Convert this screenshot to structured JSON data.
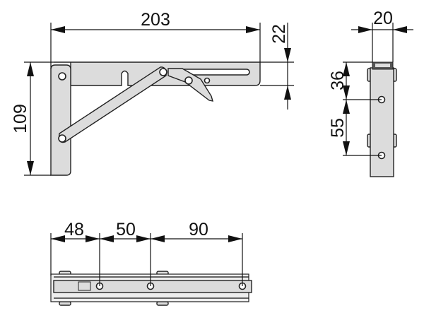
{
  "title": "Folding shelf bracket technical drawing",
  "dimensions": {
    "side_length": "203",
    "side_bar_height": "22",
    "side_height": "109",
    "front_width": "20",
    "front_hole_top": "36",
    "front_hole_spacing": "55",
    "bottom_first": "48",
    "bottom_second": "50",
    "bottom_third": "90"
  },
  "colors": {
    "part_fill": "#dcdcdc",
    "line": "#111111"
  }
}
